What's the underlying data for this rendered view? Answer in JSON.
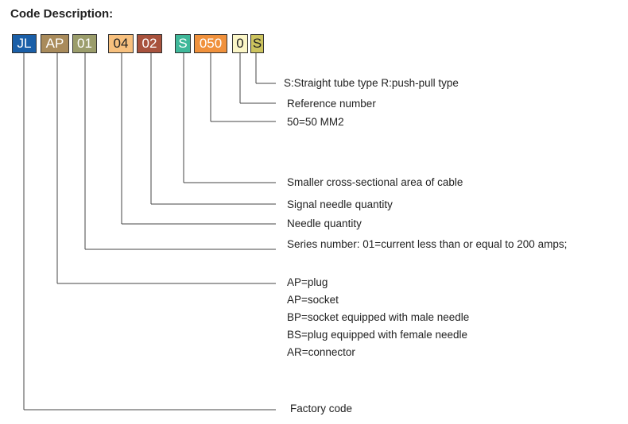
{
  "title": "Code Description:",
  "codes": [
    {
      "text": "JL",
      "color": "#1a5fa8",
      "text_color": "#ffffff"
    },
    {
      "text": "AP",
      "color": "#a98b5b",
      "text_color": "#ffffff"
    },
    {
      "text": "01",
      "color": "#9b9d6b",
      "text_color": "#ffffff"
    },
    {
      "text": "04",
      "color": "#f7c07e",
      "text_color": "#222222"
    },
    {
      "text": "02",
      "color": "#a8523d",
      "text_color": "#ffffff"
    },
    {
      "text": "S",
      "color": "#3fb89a",
      "text_color": "#ffffff"
    },
    {
      "text": "050",
      "color": "#f0913c",
      "text_color": "#ffffff"
    },
    {
      "text": "0",
      "color": "#fbf6c7",
      "text_color": "#222222"
    },
    {
      "text": "S",
      "color": "#ccc35e",
      "text_color": "#222222"
    }
  ],
  "descriptions": [
    {
      "lines": [
        "S:Straight tube type  R:push-pull type"
      ]
    },
    {
      "lines": [
        "Reference number"
      ]
    },
    {
      "lines": [
        "50=50 MM2"
      ]
    },
    {
      "lines": [
        "Smaller cross-sectional area of cable"
      ]
    },
    {
      "lines": [
        "Signal needle quantity"
      ]
    },
    {
      "lines": [
        "Needle quantity"
      ]
    },
    {
      "lines": [
        "Series number: 01=current less than or equal to 200 amps;"
      ]
    },
    {
      "lines": [
        "AP=plug",
        "AP=socket",
        "BP=socket equipped with male needle",
        "BS=plug equipped with female needle",
        "AR=connector"
      ]
    },
    {
      "lines": [
        "Factory code"
      ]
    }
  ]
}
